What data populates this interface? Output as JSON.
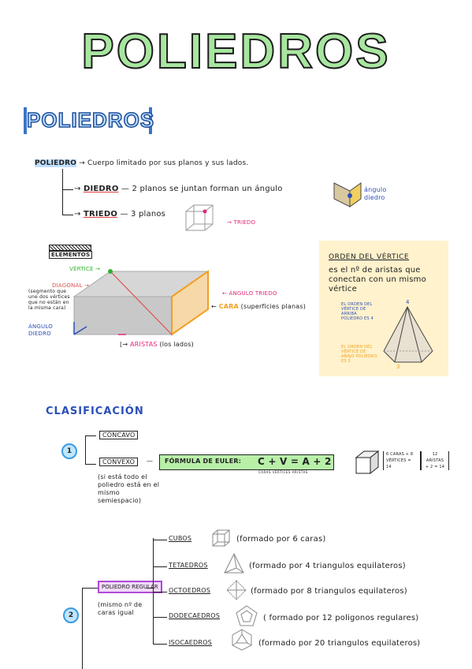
{
  "title": "POLIEDROS",
  "subtitle": "POLIEDROS",
  "definition": {
    "term": "POLIEDRO",
    "text": "Cuerpo limitado por sus planos y sus lados.",
    "diedro_term": "DIEDRO",
    "diedro_text": "2 planos se juntan forman un ángulo",
    "diedro_label": "ángulo diedro",
    "triedo_term": "TRIEDO",
    "triedo_text": "3 planos",
    "triedo_label": "TRIEDO"
  },
  "elements": {
    "heading": "ELEMENTOS",
    "vertice": "VÉRTICE",
    "diagonal": "DIAGONAL",
    "diagonal_note": "(segmento que une dos vértices que no están en la misma cara)",
    "angulo_diedro": "ÁNGULO DIEDRO",
    "angulo_triedo": "ÁNGULO TRIEDO",
    "cara": "CARA",
    "cara_note": "(superficies planas)",
    "aristas": "ARISTAS",
    "aristas_note": "(los lados)"
  },
  "note": {
    "title": "ORDEN DEL VÉRTICE",
    "text": "es el nº de aristas que conectan con un mismo vértice",
    "apex_label": "EL ORDEN DEL VÉRTICE DE ARRIBA POLIEDRO ES 4",
    "base_label": "EL ORDEN DEL VÉRTICE DE ABAJO POLIEDRO ES 3",
    "num_4": "4",
    "num_3": "3"
  },
  "classification": {
    "heading": "CLASIFICACIÓN",
    "num1": "1",
    "concavo": "CÓNCAVO",
    "convexo": "CONVEXO",
    "euler_label": "FÓRMULA DE EULER:",
    "euler_formula": "C + V = A + 2",
    "euler_sub": "CARAS   VÉRTICES   ARISTAS",
    "convexo_note": "(si está todo el poliedro está en el mismo semiespacio)",
    "example_1": "6 CARAS + 8 VÉRTICES = 14",
    "example_2": "12 ARISTAS + 2 = 14",
    "num2": "2",
    "regular_box": "POLIEDRO REGULAR",
    "regular_note": "(mismo nº de caras igual",
    "cubos": "CUBOS",
    "cubos_text": "(formado por 6 caras)",
    "tetraedros": "TETAEDROS",
    "tetraedros_text": "(formado por 4 triangulos equilateros)",
    "octaedros": "OCTOEDROS",
    "octaedros_text": "(formado por 8 triangulos equilateros)",
    "dodecaedros": "DODECAEDROS",
    "dodecaedros_text": "( formado por 12 poligonos regulares)",
    "icosaedros": "ISOCAEDROS",
    "icosaedros_text": "(formado por 20 triangulos equilateros)"
  },
  "colors": {
    "title_fill": "#a8e6a0",
    "subtitle_fill": "#bfe0ff",
    "note_bg": "#fff2cc",
    "pink": "#e0287a",
    "blue": "#2a4fb8",
    "orange": "#f0a020",
    "green_box": "#b8f0a8",
    "purple": "#b04ad8"
  }
}
